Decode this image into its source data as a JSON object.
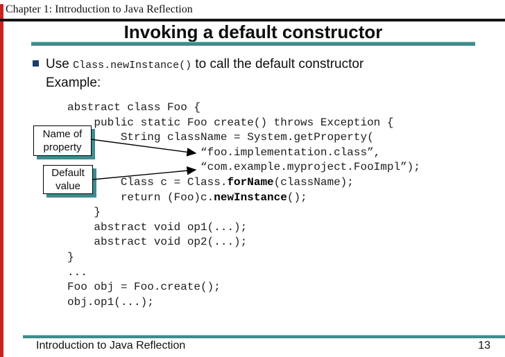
{
  "header": {
    "chapter": "Chapter 1: Introduction to Java Reflection"
  },
  "title": "Invoking a default constructor",
  "bullet": {
    "pre": "Use ",
    "code": "Class.newInstance()",
    "post": " to call the default constructor",
    "line2": "Example:"
  },
  "code_lines": [
    [
      {
        "t": "abstract class Foo {"
      }
    ],
    [
      {
        "t": "    public static Foo create() throws Exception {"
      }
    ],
    [
      {
        "t": "        String className = System.getProperty("
      }
    ],
    [
      {
        "t": "                    “foo.implementation.class”,"
      }
    ],
    [
      {
        "t": "                    “com.example.myproject.FooImpl”);"
      }
    ],
    [
      {
        "t": "        Class c = Class."
      },
      {
        "t": "forName",
        "b": true
      },
      {
        "t": "(className);"
      }
    ],
    [
      {
        "t": "        return (Foo)c."
      },
      {
        "t": "newInstance",
        "b": true
      },
      {
        "t": "();"
      }
    ],
    [
      {
        "t": "    }"
      }
    ],
    [
      {
        "t": "    abstract void op1(...);"
      }
    ],
    [
      {
        "t": "    abstract void op2(...);"
      }
    ],
    [
      {
        "t": "}"
      }
    ],
    [
      {
        "t": "..."
      }
    ],
    [
      {
        "t": "Foo obj = Foo.create();"
      }
    ],
    [
      {
        "t": "obj.op1(...);"
      }
    ]
  ],
  "callouts": [
    {
      "line1": "Name of",
      "line2": "property"
    },
    {
      "line1": "Default",
      "line2": "value"
    }
  ],
  "footer": {
    "left": "Introduction to Java Reflection",
    "page": "13"
  },
  "colors": {
    "teal": "#3e8c8e",
    "red": "#cc2222",
    "navy": "#203a6e"
  }
}
